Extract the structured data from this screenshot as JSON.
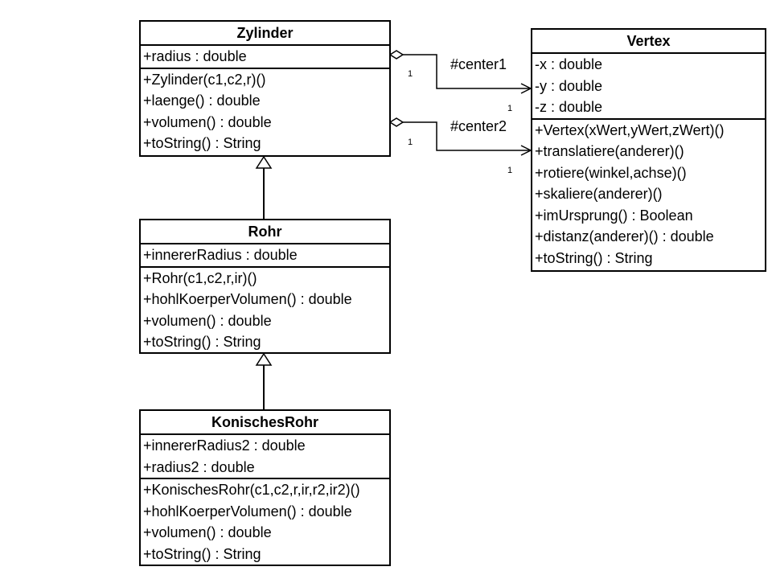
{
  "classes": {
    "zylinder": {
      "name": "Zylinder",
      "attributes": [
        "+radius : double"
      ],
      "methods": [
        "+Zylinder(c1,c2,r)()",
        "+laenge() : double",
        "+volumen() : double",
        "+toString() : String"
      ]
    },
    "vertex": {
      "name": "Vertex",
      "attributes": [
        "-x : double",
        "-y : double",
        "-z : double"
      ],
      "methods": [
        "+Vertex(xWert,yWert,zWert)()",
        "+translatiere(anderer)()",
        "+rotiere(winkel,achse)()",
        "+skaliere(anderer)()",
        "+imUrsprung() : Boolean",
        "+distanz(anderer)() : double",
        "+toString() : String"
      ]
    },
    "rohr": {
      "name": "Rohr",
      "attributes": [
        "+innererRadius : double"
      ],
      "methods": [
        "+Rohr(c1,c2,r,ir)()",
        "+hohlKoerperVolumen() : double",
        "+volumen() : double",
        "+toString() : String"
      ]
    },
    "konisches_rohr": {
      "name": "KonischesRohr",
      "attributes": [
        "+innererRadius2 : double",
        "+radius2 : double"
      ],
      "methods": [
        "+KonischesRohr(c1,c2,r,ir,r2,ir2)()",
        "+hohlKoerperVolumen() : double",
        "+volumen() : double",
        "+toString() : String"
      ]
    }
  },
  "associations": {
    "center1": {
      "role": "#center1",
      "mult_source": "1",
      "mult_target": "1"
    },
    "center2": {
      "role": "#center2",
      "mult_source": "1",
      "mult_target": "1"
    }
  }
}
